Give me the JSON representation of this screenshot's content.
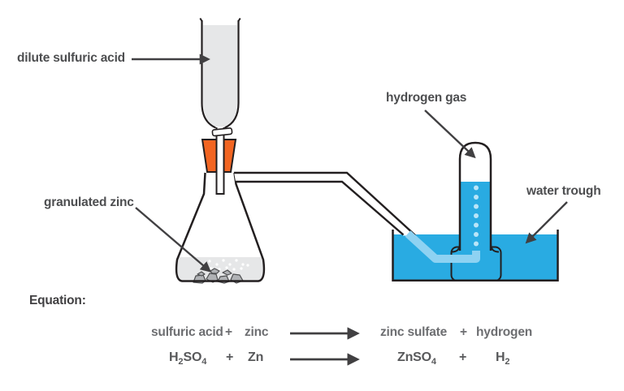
{
  "labels": {
    "dilute_sulfuric_acid": "dilute sulfuric acid",
    "granulated_zinc": "granulated zinc",
    "hydrogen_gas": "hydrogen gas",
    "water_trough": "water trough"
  },
  "equation": {
    "heading": "Equation:",
    "words": {
      "reactant1": "sulfuric acid",
      "plus1": "+",
      "reactant2": "zinc",
      "product1": "zinc sulfate",
      "plus2": "+",
      "product2": "hydrogen"
    },
    "formulas": {
      "h2so4": {
        "a": "H",
        "a_sub": "2",
        "b": "SO",
        "b_sub": "4"
      },
      "plus1": "+",
      "zn": "Zn",
      "znso4": {
        "a": "ZnSO",
        "a_sub": "4"
      },
      "plus2": "+",
      "h2": {
        "a": "H",
        "a_sub": "2"
      }
    }
  },
  "colors": {
    "outline": "#231f20",
    "label_text": "#4d4e50",
    "equation_word_text": "#6d6e71",
    "equation_formula_text": "#58595b",
    "pointer_arrow": "#414042",
    "stopper_orange": "#f26522",
    "water_blue": "#29abe2",
    "underwater_tube_blue": "#8ed2f2",
    "gas_bubble_blue": "#b9e5f8",
    "acid_liquid_gray": "#e6e7e8",
    "zinc_gray": "#b0b2b5"
  }
}
